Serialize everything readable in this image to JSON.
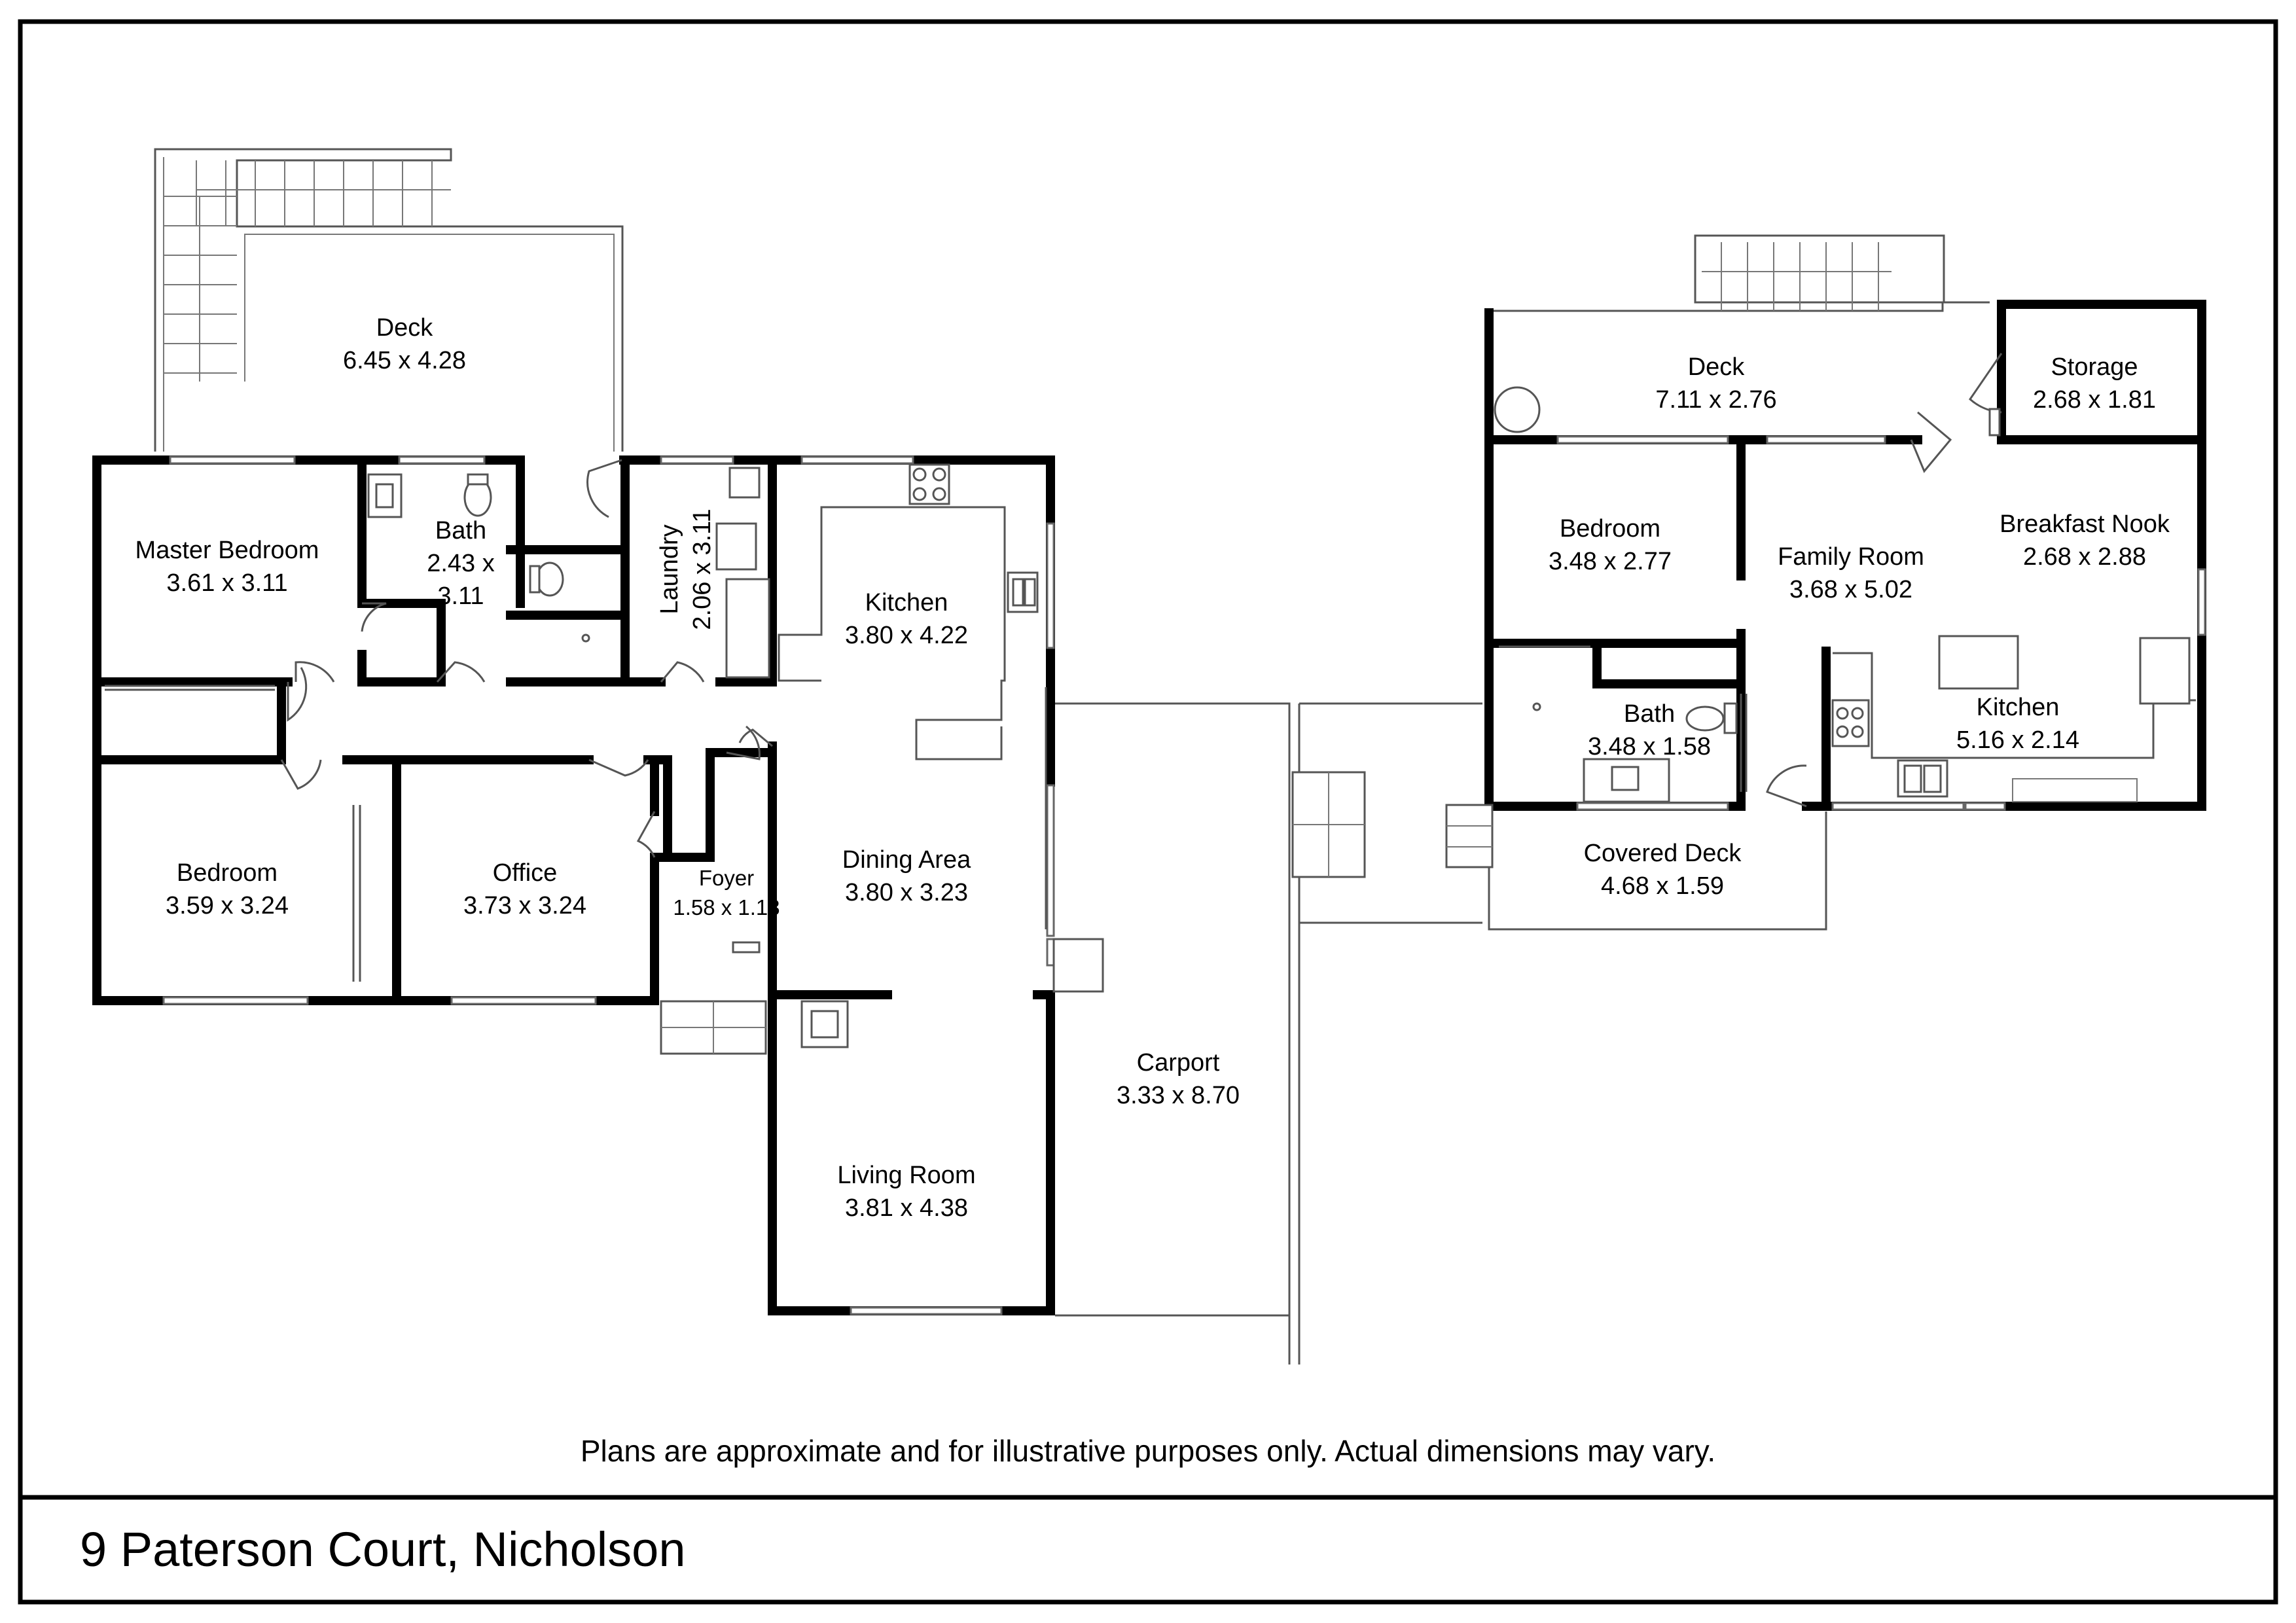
{
  "address": "9 Paterson Court, Nicholson",
  "disclaimer": "Plans are approximate and for illustrative purposes only. Actual dimensions may vary.",
  "rooms": {
    "deck_main": {
      "name": "Deck",
      "dims": "6.45 x 4.28"
    },
    "master_bedroom": {
      "name": "Master Bedroom",
      "dims": "3.61 x 3.11"
    },
    "bath_main": {
      "name": "Bath",
      "dims_line1": "2.43 x",
      "dims_line2": "3.11"
    },
    "laundry": {
      "name": "Laundry",
      "dims": "2.06 x 3.11"
    },
    "kitchen_main": {
      "name": "Kitchen",
      "dims": "3.80 x 4.22"
    },
    "bedroom_main": {
      "name": "Bedroom",
      "dims": "3.59 x 3.24"
    },
    "office": {
      "name": "Office",
      "dims": "3.73 x 3.24"
    },
    "foyer": {
      "name": "Foyer",
      "dims": "1.58 x 1.13"
    },
    "dining": {
      "name": "Dining Area",
      "dims": "3.80 x 3.23"
    },
    "living": {
      "name": "Living Room",
      "dims": "3.81 x 4.38"
    },
    "carport": {
      "name": "Carport",
      "dims": "3.33 x 8.70"
    },
    "deck_unit": {
      "name": "Deck",
      "dims": "7.11 x 2.76"
    },
    "storage": {
      "name": "Storage",
      "dims": "2.68 x 1.81"
    },
    "bedroom_unit": {
      "name": "Bedroom",
      "dims": "3.48 x 2.77"
    },
    "family": {
      "name": "Family Room",
      "dims": "3.68 x 5.02"
    },
    "breakfast": {
      "name": "Breakfast Nook",
      "dims": "2.68 x 2.88"
    },
    "bath_unit": {
      "name": "Bath",
      "dims": "3.48 x 1.58"
    },
    "kitchen_unit": {
      "name": "Kitchen",
      "dims": "5.16 x 2.14"
    },
    "covered_deck": {
      "name": "Covered Deck",
      "dims": "4.68 x 1.59"
    }
  }
}
